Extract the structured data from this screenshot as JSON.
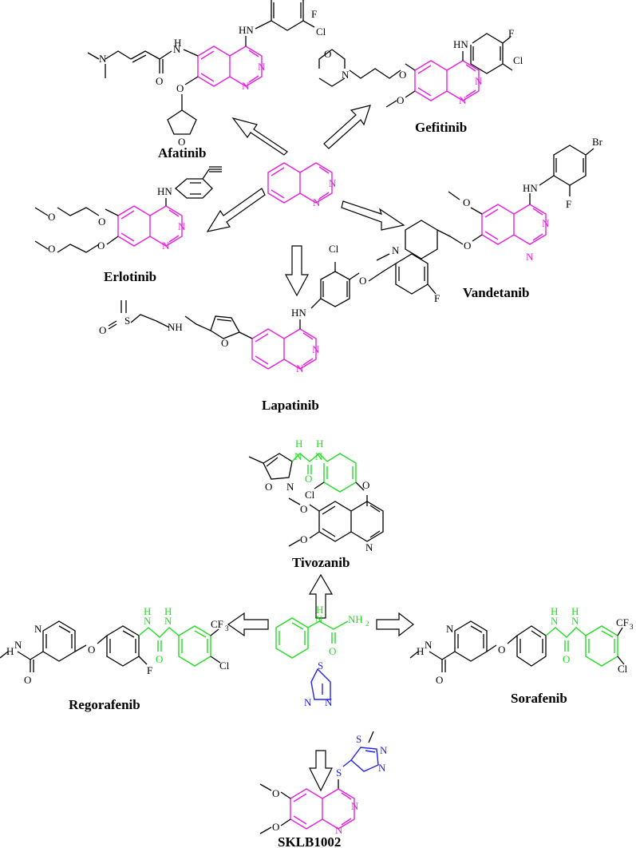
{
  "colors": {
    "quinazoline": "#e81ee0",
    "urea": "#22dd22",
    "thiadiazole": "#2222ee",
    "bonds": "#000000"
  },
  "drugs": {
    "afatinib": "Afatinib",
    "gefitinib": "Gefitinib",
    "erlotinib": "Erlotinib",
    "vandetanib": "Vandetanib",
    "lapatinib": "Lapatinib",
    "tivozanib": "Tivozanib",
    "regorafenib": "Regorafenib",
    "sorafenib": "Sorafenib",
    "sklb1002": "SKLB1002"
  },
  "atoms": {
    "N": "N",
    "O": "O",
    "S": "S",
    "F": "F",
    "Cl": "Cl",
    "Br": "Br",
    "H": "H",
    "HN": "HN",
    "NH": "NH",
    "CF3": "CF",
    "CF3_sub": "3",
    "NH2": "NH",
    "NH2_sub": "2"
  }
}
